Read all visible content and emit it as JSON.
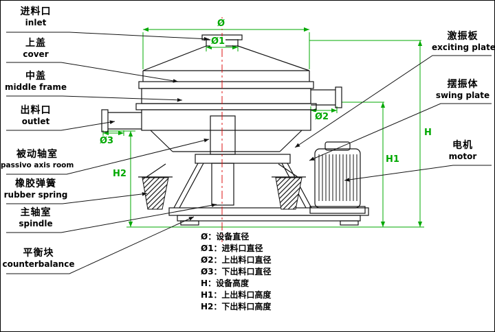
{
  "labels": {
    "left": [
      {
        "zh": "进料口",
        "en": "inlet"
      },
      {
        "zh": "上盖",
        "en": "cover"
      },
      {
        "zh": "中盖",
        "en": "middle frame"
      },
      {
        "zh": "出料口",
        "en": "outlet"
      },
      {
        "zh": "被动轴室",
        "en": "passivo axis room"
      },
      {
        "zh": "橡胶弹簧",
        "en": "rubber spring"
      },
      {
        "zh": "主轴室",
        "en": "spindle"
      },
      {
        "zh": "平衡块",
        "en": "counterbalance"
      }
    ],
    "right": [
      {
        "zh": "激振板",
        "en": "exciting plate"
      },
      {
        "zh": "摆振体",
        "en": "swing plate"
      },
      {
        "zh": "电机",
        "en": "motor"
      }
    ]
  },
  "dimension_labels": {
    "phi": "Ø",
    "phi1": "Ø1",
    "phi2": "Ø2",
    "phi3": "Ø3",
    "h": "H",
    "h1": "H1",
    "h2": "H2"
  },
  "legend": [
    "Ø：设备直径",
    "Ø1：进料口直径",
    "Ø2：上出料口直径",
    "Ø3：下出料口直径",
    "H：设备高度",
    "H1：上出料口高度",
    "H2：下出料口高度"
  ],
  "colors": {
    "dimension_green": "#00a800",
    "centerline_red": "#dd1111",
    "line_black": "#111111",
    "background": "#ffffff"
  }
}
